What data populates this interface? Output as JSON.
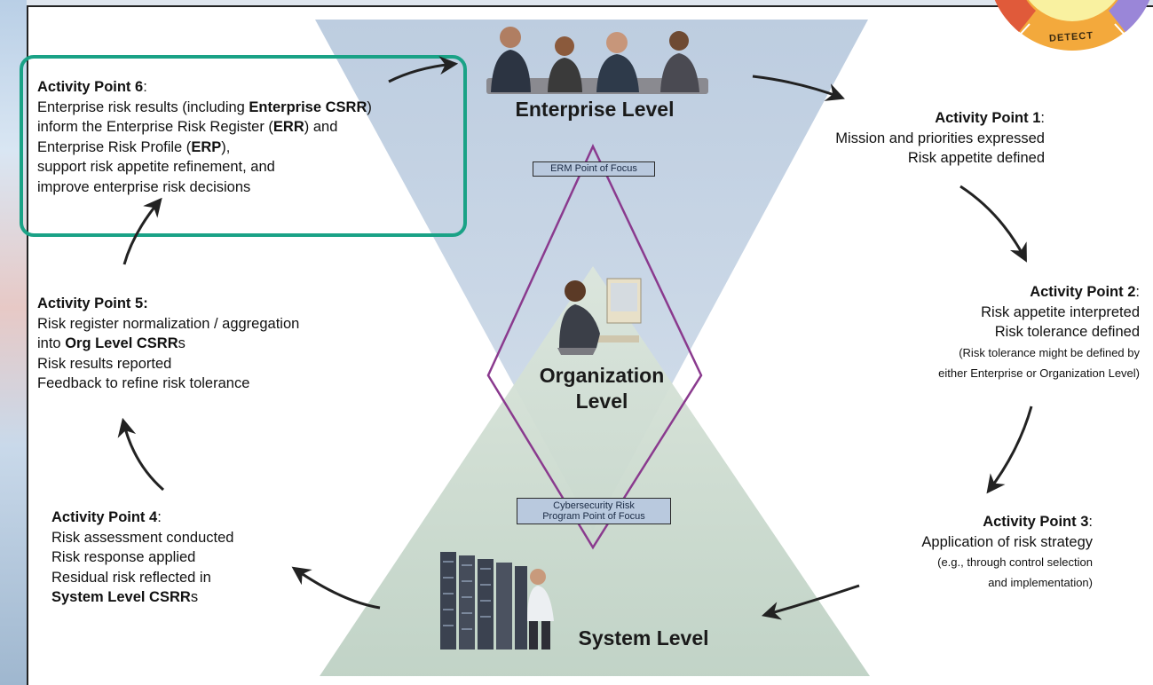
{
  "levels": {
    "enterprise": "Enterprise Level",
    "organization_line1": "Organization",
    "organization_line2": "Level",
    "system": "System Level"
  },
  "focus_labels": {
    "erm": "ERM Point of Focus",
    "cyber_line1": "Cybersecurity Risk",
    "cyber_line2": "Program Point of Focus"
  },
  "badge": {
    "text": "DETECT"
  },
  "activity_points": {
    "ap1": {
      "heading": "Activity Point 1",
      "lines": [
        "Mission and priorities expressed",
        "Risk appetite defined"
      ]
    },
    "ap2": {
      "heading": "Activity Point 2",
      "lines": [
        "Risk appetite interpreted",
        "Risk tolerance defined"
      ],
      "notes": [
        "(Risk tolerance might be defined by",
        "either Enterprise or Organization Level)"
      ]
    },
    "ap3": {
      "heading": "Activity Point 3",
      "lines": [
        "Application of risk strategy"
      ],
      "notes": [
        "(e.g., through control selection",
        "and implementation)"
      ]
    },
    "ap4": {
      "heading": "Activity Point 4",
      "lines": [
        "Risk assessment conducted",
        "Risk response applied",
        "Residual risk reflected in"
      ],
      "bold_line": "System Level CSRR",
      "bold_suffix": "s"
    },
    "ap5": {
      "heading": "Activity Point 5:",
      "line1": "Risk register normalization / aggregation",
      "line2_pre": "into ",
      "line2_bold": "Org Level CSRR",
      "line2_suffix": "s",
      "line3": "Risk results reported",
      "line4": "Feedback to refine risk tolerance"
    },
    "ap6": {
      "heading": "Activity Point 6",
      "l1_pre": "Enterprise risk results (including ",
      "l1_bold": "Enterprise CSRR",
      "l1_post": ")",
      "l2_pre": "inform the Enterprise Risk Register (",
      "l2_bold": "ERR",
      "l2_post": ") and",
      "l3_pre": "Enterprise Risk Profile (",
      "l3_bold": "ERP",
      "l3_post": "),",
      "l4": "support risk appetite refinement, and",
      "l5": "improve enterprise risk decisions"
    }
  },
  "colors": {
    "top_triangle": "#c5d3e3",
    "bottom_triangle": "#c9d8cc",
    "diamond": "#8a3a8e",
    "highlight_box": "#1aa286",
    "badge_orange": "#f3a93c",
    "badge_yellow": "#f9f1a0"
  },
  "icons": [
    "people-meeting-icon",
    "person-at-computer-icon",
    "server-technician-icon",
    "cycle-arrow-icon"
  ]
}
